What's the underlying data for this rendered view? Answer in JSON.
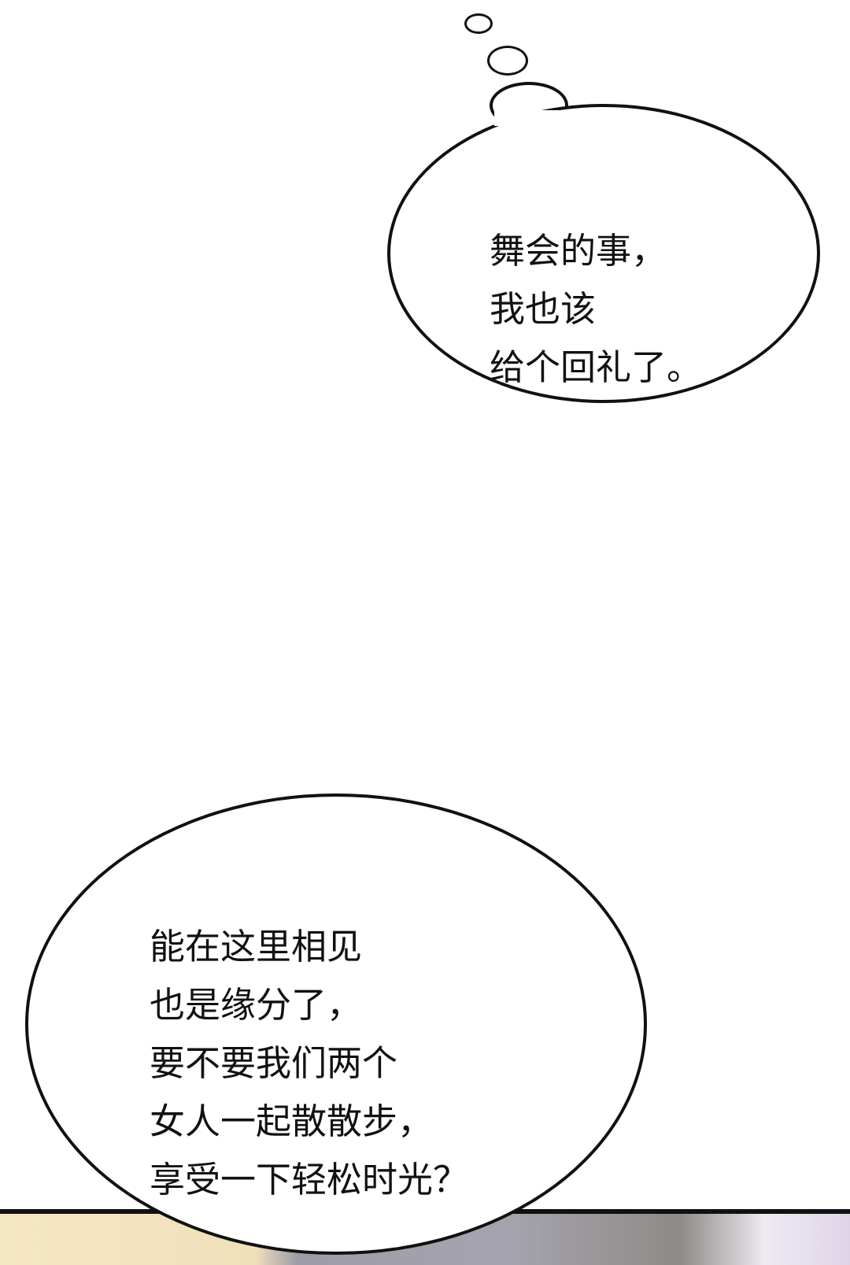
{
  "bubbles": [
    {
      "lines": [
        "舞会的事，",
        "我也该",
        "给个回礼了。"
      ]
    },
    {
      "lines": [
        "能在这里相见",
        "也是缘分了，",
        "要不要我们两个",
        "女人一起散散步，",
        "享受一下轻松时光？"
      ]
    }
  ]
}
